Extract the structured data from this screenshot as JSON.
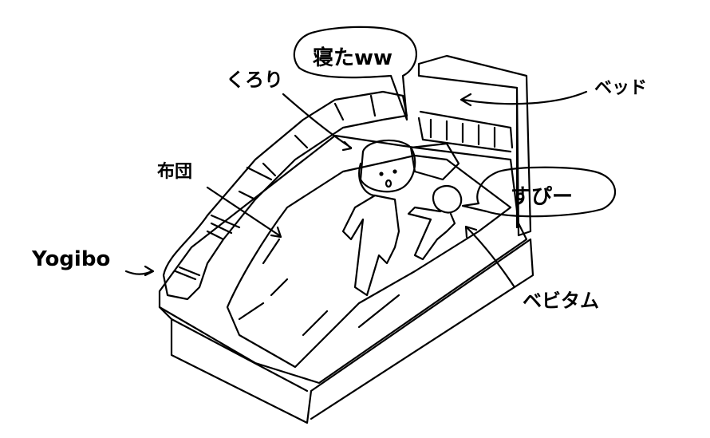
{
  "labels": {
    "speech_kurori": "寝たww",
    "kurori": "くろり",
    "bed": "ベッド",
    "futon": "布団",
    "speech_bebitamu": "すぴー",
    "yogibo": "Yogibo",
    "bebitamu": "ベビタム"
  },
  "colors": {
    "ink": "#000000",
    "background": "#ffffff"
  }
}
